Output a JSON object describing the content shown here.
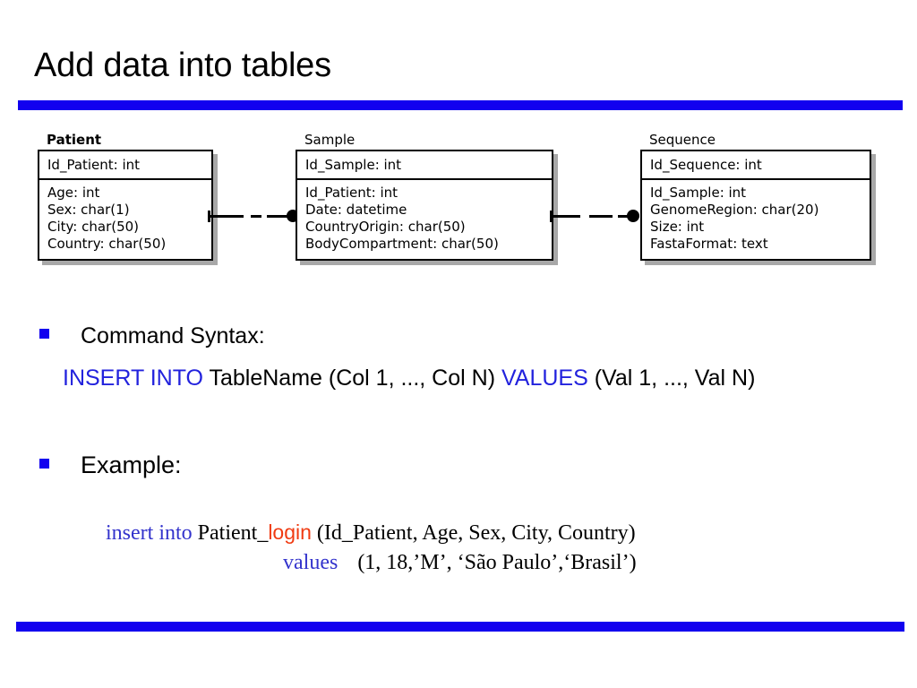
{
  "slide": {
    "title": "Add data into tables",
    "accent_color": "#1200ef",
    "bullet_color": "#1200ef"
  },
  "diagram": {
    "entities": [
      {
        "name": "Patient",
        "key": "Id_Patient: int",
        "fields": [
          "Age: int",
          "Sex: char(1)",
          "City: char(50)",
          "Country: char(50)"
        ]
      },
      {
        "name": "Sample",
        "key": "Id_Sample: int",
        "fields": [
          "Id_Patient: int",
          "Date: datetime",
          "CountryOrigin: char(50)",
          "BodyCompartment: char(50)"
        ]
      },
      {
        "name": "Sequence",
        "key": "Id_Sequence: int",
        "fields": [
          "Id_Sample: int",
          "GenomeRegion: char(20)",
          "Size: int",
          "FastaFormat: text"
        ]
      }
    ],
    "relationships": [
      {
        "from": "Patient",
        "to": "Sample"
      },
      {
        "from": "Sample",
        "to": "Sequence"
      }
    ]
  },
  "body": {
    "command_bullet": "Command Syntax:",
    "syntax": {
      "kw1": "INSERT INTO",
      "mid1": " TableName (Col 1, ..., Col N) ",
      "kw2": "VALUES",
      "mid2": " (Val 1, ..., Val N)"
    },
    "example_bullet": "Example:",
    "example": {
      "line1_kw": "insert into",
      "line1_table": " Patient_",
      "line1_suffix": "login",
      "line1_cols": " (Id_Patient, Age, Sex, City, Country)",
      "line2_kw": "values",
      "line2_vals": "(1, 18,’M’, ‘São Paulo’,‘Brasil’)"
    }
  }
}
